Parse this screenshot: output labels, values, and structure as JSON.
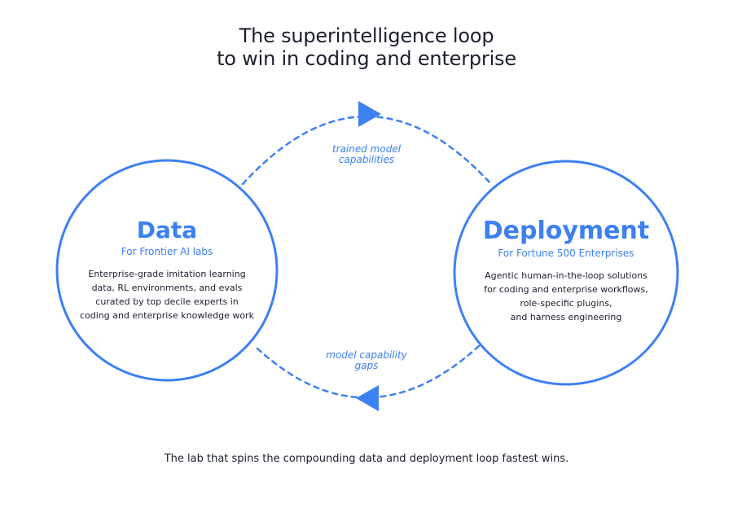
{
  "title": {
    "line1": "The superintelligence loop",
    "line2": "to win in coding and enterprise"
  },
  "data_node": {
    "title": "Data",
    "subtitle": "For Frontier AI labs",
    "description": [
      "Enterprise-grade imitation learning",
      "data, RL environments, and evals",
      "curated by top decile experts in",
      "coding and enterprise knowledge work"
    ]
  },
  "deployment_node": {
    "title": "Deployment",
    "subtitle": "For Fortune 500 Enterprises",
    "description": [
      "Agentic human-in-the-loop solutions",
      "for coding and enterprise workflows,",
      "role-specific plugins,",
      "and harness engineering"
    ]
  },
  "edges": {
    "top": [
      "trained model",
      "capabilities"
    ],
    "bottom": [
      "model capability",
      "gaps"
    ]
  },
  "footer": "The lab that spins the compounding data and deployment loop fastest wins.",
  "colors": {
    "accent": "#3d80f2",
    "text": "#1b1f2e",
    "background": "#ffffff"
  }
}
